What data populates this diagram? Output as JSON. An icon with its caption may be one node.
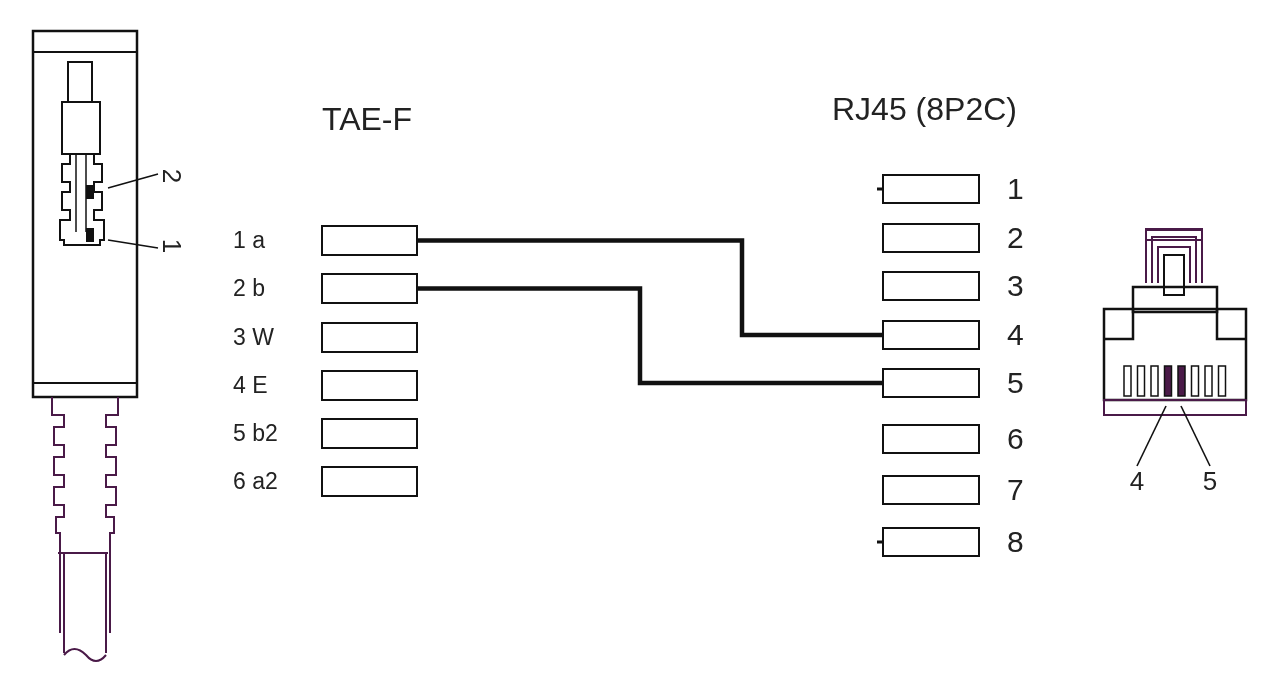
{
  "diagram": {
    "nodes": [
      {
        "text": [],
        "shape": "box",
        "beside": [
          "1 a"
        ]
      },
      {
        "text": [],
        "shape": "box",
        "beside": [
          "2 b"
        ]
      },
      {
        "text": [],
        "shape": "box",
        "beside": [
          "3 W"
        ]
      },
      {
        "text": [],
        "shape": "box",
        "beside": [
          "4 E"
        ]
      },
      {
        "text": [],
        "shape": "box",
        "beside": [
          "5 b2"
        ]
      },
      {
        "text": [],
        "shape": "box",
        "beside": [
          "6 a2"
        ]
      },
      {
        "text": [],
        "shape": "box",
        "beside": [
          "1"
        ]
      },
      {
        "text": [],
        "shape": "box",
        "beside": [
          "2"
        ]
      },
      {
        "text": [],
        "shape": "box",
        "beside": [
          "3"
        ]
      },
      {
        "text": [],
        "shape": "box",
        "beside": [
          "4"
        ]
      },
      {
        "text": [],
        "shape": "box",
        "beside": [
          "5"
        ]
      },
      {
        "text": [],
        "shape": "box",
        "beside": [
          "6"
        ]
      },
      {
        "text": [],
        "shape": "box",
        "beside": [
          "7"
        ]
      },
      {
        "text": [],
        "shape": "box",
        "beside": [
          "8"
        ]
      },
      {
        "text": [
          "2"
        ]
      },
      {
        "text": [
          "1"
        ]
      },
      {
        "text": [
          "4"
        ]
      },
      {
        "text": [
          "5"
        ]
      }
    ],
    "edges": [
      {
        "from": 0,
        "to": 9,
        "arrow": "none",
        "style": "thick"
      },
      {
        "from": 1,
        "to": 10,
        "arrow": "none",
        "style": "thick"
      },
      {
        "from": 14,
        "to": null,
        "arrow": "none"
      },
      {
        "from": 15,
        "to": null,
        "arrow": "none"
      },
      {
        "from": 16,
        "to": null,
        "arrow": "none"
      },
      {
        "from": 17,
        "to": null,
        "arrow": "none"
      }
    ],
    "labels": [
      "TAE-F",
      "RJ45 (8P2C)"
    ]
  }
}
